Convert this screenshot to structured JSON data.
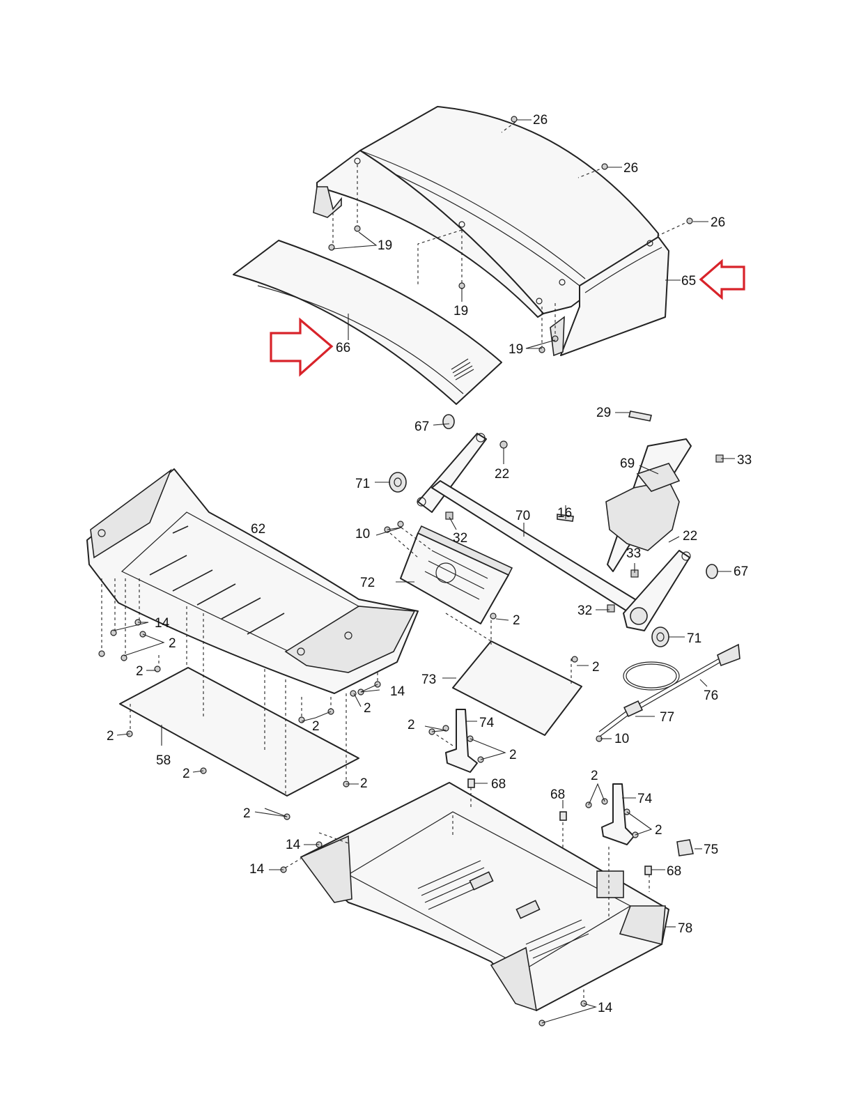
{
  "callouts": {
    "c26a": "26",
    "c26b": "26",
    "c26c": "26",
    "c19a": "19",
    "c19b": "19",
    "c19c": "19",
    "c65": "65",
    "c66": "66",
    "c29": "29",
    "c33a": "33",
    "c67a": "67",
    "c22a": "22",
    "c69": "69",
    "c71a": "71",
    "c62": "62",
    "c32a": "32",
    "c70": "70",
    "c16": "16",
    "c22b": "22",
    "c10a": "10",
    "c33b": "33",
    "c67b": "67",
    "c72": "72",
    "c14a": "14",
    "c2a": "2",
    "c2b": "2",
    "c32b": "32",
    "c71b": "71",
    "c2c": "2",
    "c2d": "2",
    "c73": "73",
    "c76": "76",
    "c14b": "14",
    "c2e": "2",
    "c2f": "2",
    "c77": "77",
    "c74a": "74",
    "c2g": "2",
    "c2h": "2",
    "c10b": "10",
    "c2i": "2",
    "c58": "58",
    "c2j": "2",
    "c2k": "2",
    "c68a": "68",
    "c68b": "68",
    "c2l": "2",
    "c74b": "74",
    "c2m": "2",
    "c2n": "2",
    "c75": "75",
    "c14c": "14",
    "c68c": "68",
    "c14d": "14",
    "c78": "78",
    "c14e": "14"
  },
  "highlight_color": "#d8232a"
}
